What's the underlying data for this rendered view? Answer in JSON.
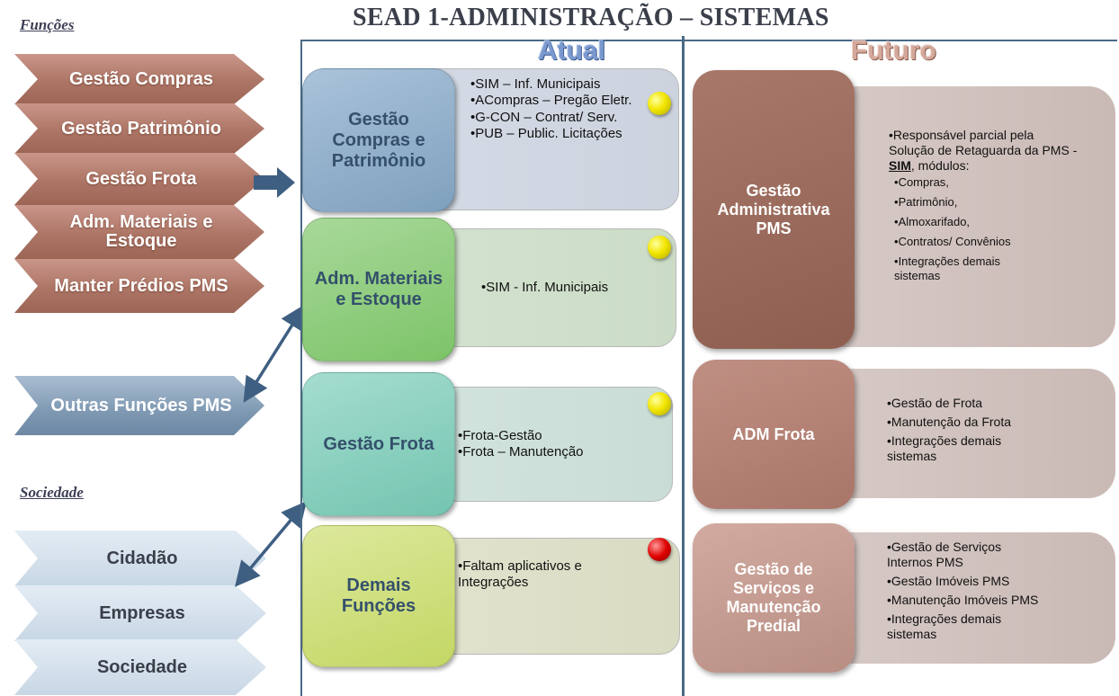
{
  "title": "SEAD 1-ADMINISTRAÇÃO – SISTEMAS",
  "sections": {
    "funcoes": "Funções",
    "sociedade": "Sociedade"
  },
  "headings": {
    "atual": "Atual",
    "futuro": "Futuro"
  },
  "funcoes": [
    "Gestão Compras",
    "Gestão Patrimônio",
    "Gestão Frota",
    "Adm. Materiais e Estoque",
    "Manter Prédios PMS"
  ],
  "outras": "Outras Funções PMS",
  "sociedade_items": [
    "Cidadão",
    "Empresas",
    "Sociedade"
  ],
  "atual": [
    {
      "label": "Gestão Compras e Patrimônio",
      "status": "yellow",
      "items": [
        "SIM – Inf. Municipais",
        "ACompras – Pregão Eletr.",
        "G-CON – Contrat/ Serv.",
        "PUB – Public. Licitações"
      ]
    },
    {
      "label": "Adm. Materiais e Estoque",
      "status": "yellow",
      "items": [
        "SIM - Inf. Municipais"
      ]
    },
    {
      "label": "Gestão Frota",
      "status": "yellow",
      "items": [
        "Frota-Gestão",
        "Frota – Manutenção"
      ]
    },
    {
      "label": "Demais Funções",
      "status": "red",
      "items": [
        "Faltam aplicativos e Integrações"
      ]
    }
  ],
  "futuro": [
    {
      "label": "Gestão Administrativa PMS",
      "intro_before": "Responsável parcial pela Solução de Retaguarda da PMS - ",
      "intro_bold": "SIM",
      "intro_after": ", módulos:",
      "items": [
        "Compras,",
        "Patrimônio,",
        "Almoxarifado,",
        "Contratos/ Convênios",
        "Integrações demais sistemas"
      ]
    },
    {
      "label": "ADM Frota",
      "items": [
        "Gestão de Frota",
        "Manutenção da Frota",
        "Integrações demais sistemas"
      ]
    },
    {
      "label": "Gestão de Serviços e Manutenção Predial",
      "items": [
        "Gestão de Serviços Internos PMS",
        "Gestão Imóveis PMS",
        "Manutenção Imóveis PMS",
        "Integrações demais sistemas"
      ]
    }
  ],
  "colors": {
    "yellow": "#f2e600",
    "red": "#e00000",
    "divider": "#4a6a86"
  }
}
